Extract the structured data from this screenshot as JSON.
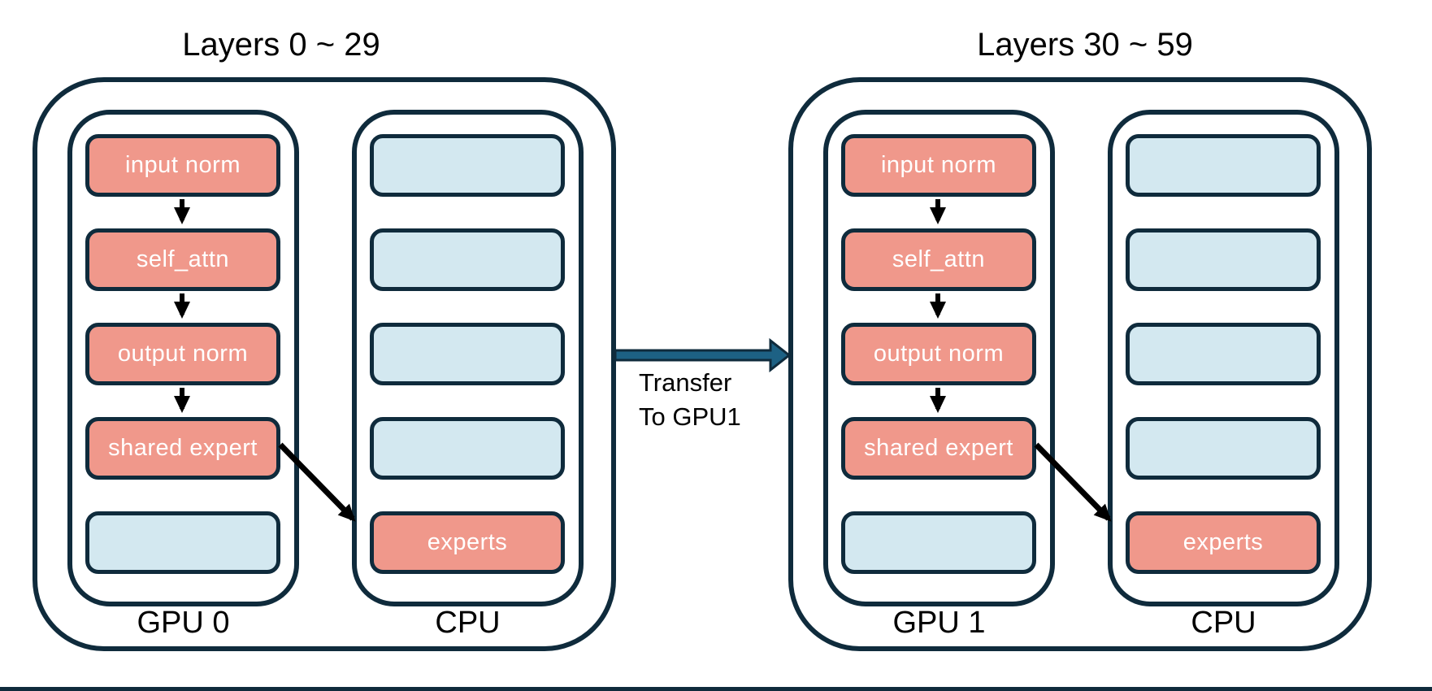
{
  "colors": {
    "outline": "#0f2b3c",
    "active_fill": "#f0988b",
    "idle_fill": "#d3e8f0",
    "transfer_arrow_fill": "#1d6184",
    "flow_arrow": "#000000",
    "text_on_box": "#ffffff",
    "text_dark": "#000000",
    "background": "#ffffff"
  },
  "icons": {
    "flow": "down-arrow-icon",
    "route": "diagonal-arrow-icon",
    "transfer": "right-arrow-icon"
  },
  "groups": [
    {
      "title": "Layers 0 ~ 29",
      "device_labels": {
        "gpu": "GPU 0",
        "cpu": "CPU"
      },
      "gpu_column": {
        "boxes": [
          {
            "label": "input norm",
            "state": "active"
          },
          {
            "label": "self_attn",
            "state": "active"
          },
          {
            "label": "output norm",
            "state": "active"
          },
          {
            "label": "shared expert",
            "state": "active"
          },
          {
            "label": "",
            "state": "idle"
          }
        ]
      },
      "cpu_column": {
        "boxes": [
          {
            "label": "",
            "state": "idle"
          },
          {
            "label": "",
            "state": "idle"
          },
          {
            "label": "",
            "state": "idle"
          },
          {
            "label": "",
            "state": "idle"
          },
          {
            "label": "experts",
            "state": "active"
          }
        ]
      }
    },
    {
      "title": "Layers 30 ~ 59",
      "device_labels": {
        "gpu": "GPU 1",
        "cpu": "CPU"
      },
      "gpu_column": {
        "boxes": [
          {
            "label": "input norm",
            "state": "active"
          },
          {
            "label": "self_attn",
            "state": "active"
          },
          {
            "label": "output norm",
            "state": "active"
          },
          {
            "label": "shared expert",
            "state": "active"
          },
          {
            "label": "",
            "state": "idle"
          }
        ]
      },
      "cpu_column": {
        "boxes": [
          {
            "label": "",
            "state": "idle"
          },
          {
            "label": "",
            "state": "idle"
          },
          {
            "label": "",
            "state": "idle"
          },
          {
            "label": "",
            "state": "idle"
          },
          {
            "label": "experts",
            "state": "active"
          }
        ]
      }
    }
  ],
  "transfer": {
    "line1": "Transfer",
    "line2": "To GPU1"
  }
}
